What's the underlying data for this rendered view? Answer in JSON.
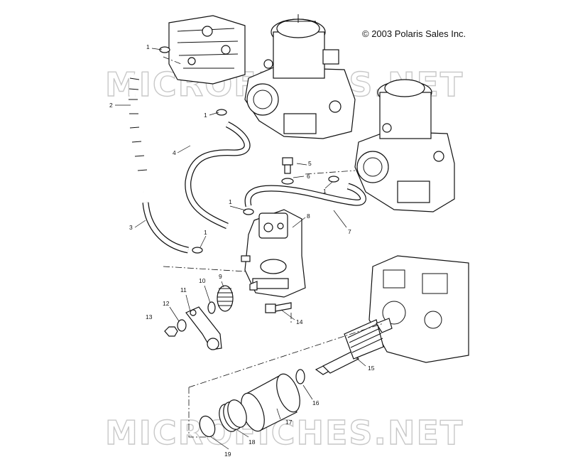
{
  "copyright": "© 2003 Polaris Sales Inc.",
  "watermark": {
    "top": "MICROFICHES.NET",
    "bottom": "MICROFICHES.NET"
  },
  "callouts": {
    "c1a": "1",
    "c1b": "1",
    "c1c": "1",
    "c1d": "1",
    "c1e": "1",
    "c2": "2",
    "c3": "3",
    "c4": "4",
    "c5": "5",
    "c6": "6",
    "c7": "7",
    "c8": "8",
    "c9": "9",
    "c10": "10",
    "c11": "11",
    "c12": "12",
    "c13": "13",
    "c14": "14",
    "c15": "15",
    "c16": "16",
    "c17": "17",
    "c18": "18",
    "c19": "19"
  }
}
